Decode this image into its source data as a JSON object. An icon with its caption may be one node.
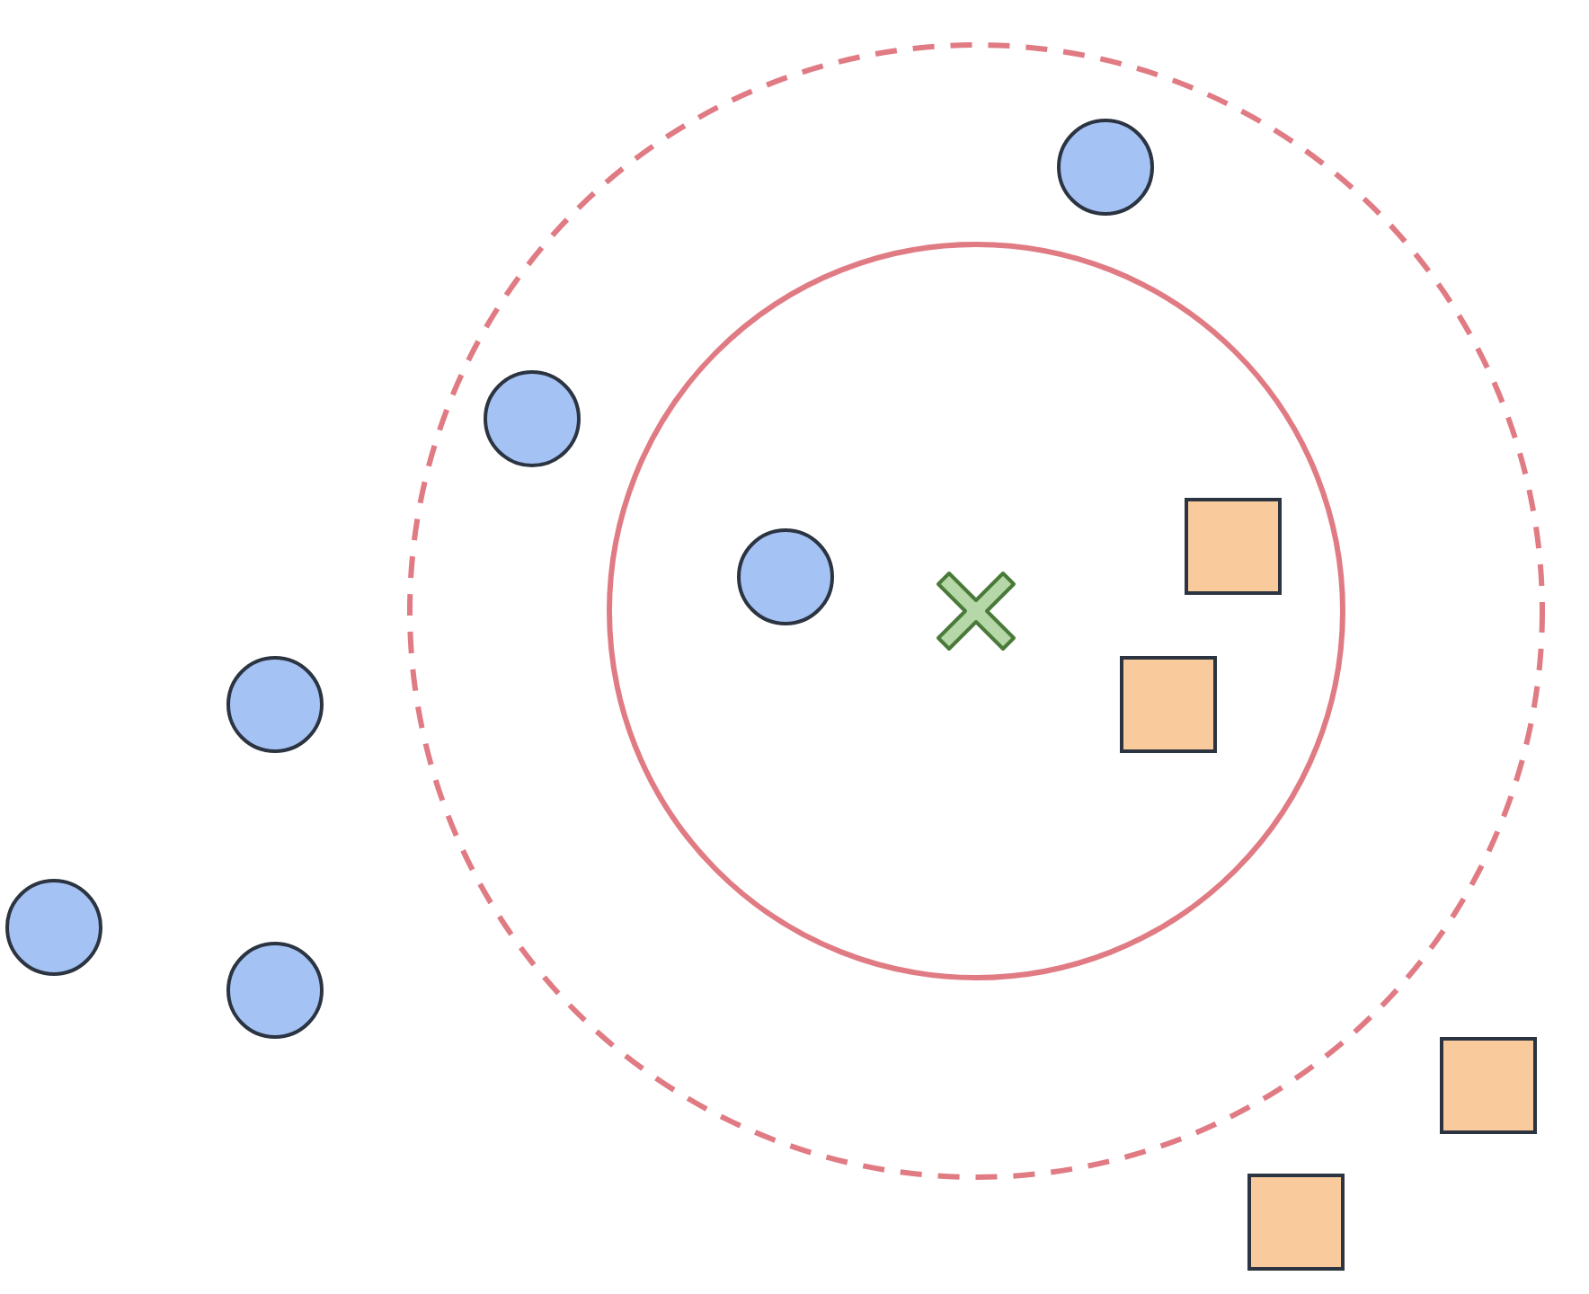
{
  "diagram": {
    "nodes": [
      {
        "text": [],
        "shape": "circle"
      },
      {
        "text": [],
        "shape": "circle"
      },
      {
        "text": [],
        "shape": "circle"
      },
      {
        "text": [],
        "shape": "circle"
      },
      {
        "text": [],
        "shape": "circle"
      },
      {
        "text": [],
        "shape": "cross"
      },
      {
        "text": [],
        "shape": "circle"
      },
      {
        "text": [],
        "shape": "box"
      },
      {
        "text": [],
        "shape": "box"
      },
      {
        "text": [],
        "shape": "box"
      },
      {
        "text": [],
        "shape": "box"
      }
    ]
  }
}
